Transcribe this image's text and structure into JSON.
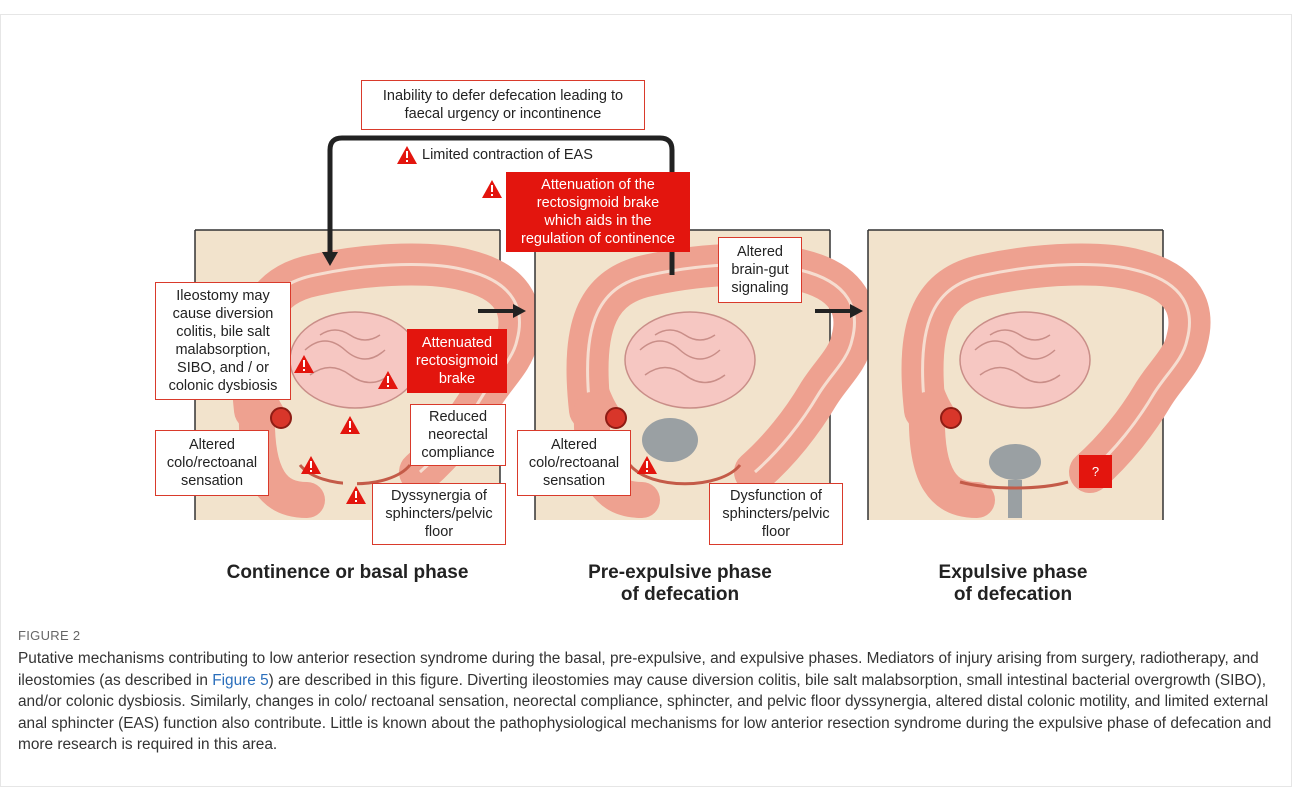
{
  "figure": {
    "label": "FIGURE 2",
    "caption_before_link": "Putative mechanisms contributing to low anterior resection syndrome during the basal, pre-expulsive, and expulsive phases. Mediators of injury arising from surgery, radiotherapy, and ileostomies (as described in ",
    "caption_link": "Figure 5",
    "caption_after_link": ") are described in this figure. Diverting ileostomies may cause diversion colitis, bile salt malabsorption, small intestinal bacterial overgrowth (SIBO), and/or colonic dysbiosis. Similarly, changes in colo/ rectoanal sensation, neorectal compliance, sphincter, and pelvic floor dyssynergia, altered distal colonic motility, and limited external anal sphincter (EAS) function also contribute. Little is known about the pathophysiological mechanisms for low anterior resection syndrome during the expulsive phase of defecation and more research is required in this area."
  },
  "diagram": {
    "top_box": "Inability to defer defecation leading to\nfaecal urgency or incontinence",
    "eas_label": "Limited contraction of EAS",
    "attenuation_box": "Attenuation of the\nrectosigmoid brake\nwhich aids in the\nregulation of continence",
    "panel1": {
      "ileostomy": "Ileostomy may\ncause diversion\ncolitis, bile salt\nmalabsorption,\nSIBO, and / or\ncolonic dysbiosis",
      "attenuated": "Attenuated\nrectosigmoid\nbrake",
      "reduced": "Reduced\nneorectal\ncompliance",
      "altered": "Altered\ncolo/rectoanal\nsensation",
      "dyssynergia": "Dyssynergia of\nsphincters/pelvic\nfloor",
      "phase": "Continence or basal phase"
    },
    "panel2": {
      "brain_gut": "Altered\nbrain-gut\nsignaling",
      "altered": "Altered\ncolo/rectoanal\nsensation",
      "dysfunction": "Dysfunction of\nsphincters/pelvic\nfloor",
      "phase": "Pre-expulsive phase\nof defecation"
    },
    "panel3": {
      "unknown": "?",
      "phase": "Expulsive phase\nof defecation"
    }
  },
  "colors": {
    "accent_red": "#e3150e",
    "skin": "#f2e3cc",
    "colon": "#eea190",
    "link": "#2a6ebb"
  },
  "icons": [
    "warning-icon",
    "right-arrow-icon",
    "down-arrow-icon"
  ]
}
